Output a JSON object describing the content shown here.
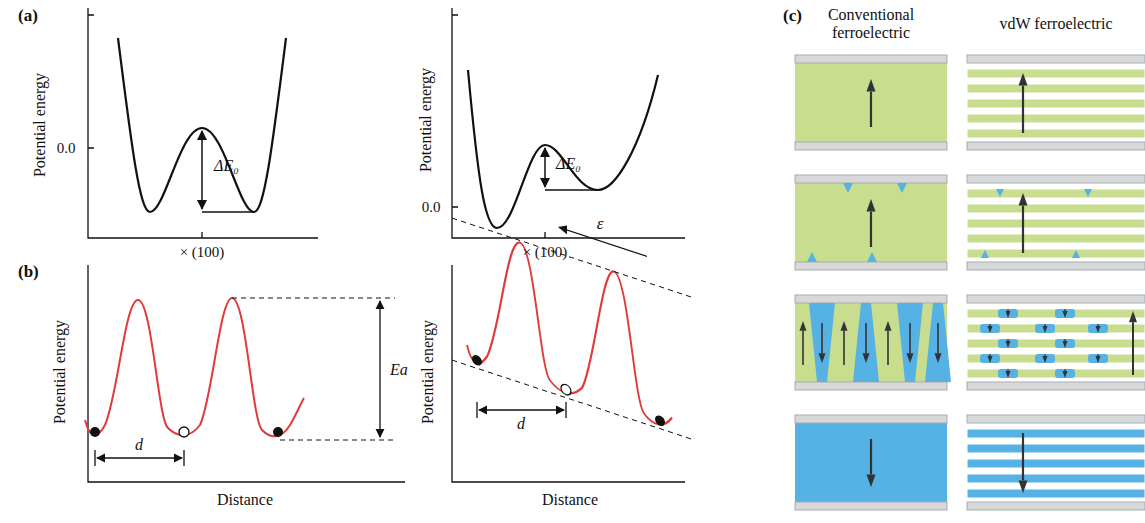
{
  "diagram": {
    "labels": [
      "(a)",
      "Potential energy",
      "0.0",
      "× (100)",
      "ΔE₀",
      "Potential energy",
      "0.0",
      "× (100)",
      "ΔE₀",
      "(b)",
      "Potential energy",
      "Distance",
      "d",
      "Ea",
      "Potential energy",
      "Distance",
      "ε",
      "d",
      "(c)",
      "Conventional ferroelectric",
      "vdW ferroelectric"
    ]
  }
}
